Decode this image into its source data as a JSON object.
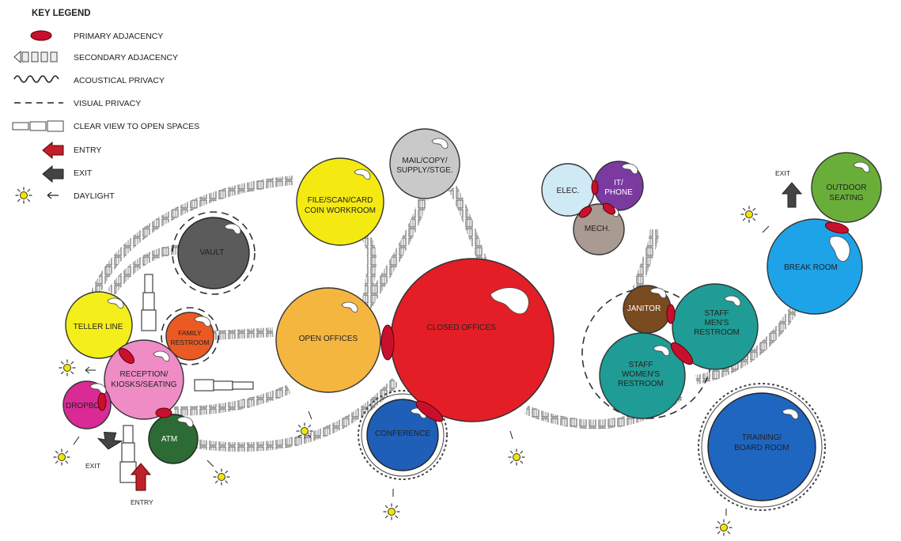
{
  "legend": {
    "title": "KEY LEGEND",
    "items": [
      {
        "label": "PRIMARY ADJACENCY"
      },
      {
        "label": "SECONDARY ADJACENCY"
      },
      {
        "label": "ACOUSTICAL PRIVACY"
      },
      {
        "label": "VISUAL PRIVACY"
      },
      {
        "label": "CLEAR VIEW TO OPEN SPACES"
      },
      {
        "label": "ENTRY"
      },
      {
        "label": "EXIT"
      },
      {
        "label": "DAYLIGHT"
      }
    ]
  },
  "colors": {
    "primary_adjacency": "#c8102e",
    "entry": "#c0202a",
    "exit": "#444444",
    "daylight": "#f2e600"
  },
  "spaces": {
    "mail": {
      "line1": "MAIL/COPY/",
      "line2": "SUPPLY/STGE.",
      "color": "#c9c9c9"
    },
    "file": {
      "line1": "FILE/SCAN/CARD",
      "line2": "COIN WORKROOM",
      "color": "#f4ea12"
    },
    "vault": {
      "line1": "VAULT",
      "color": "#5b5b5b"
    },
    "teller": {
      "line1": "TELLER LINE",
      "color": "#f4ee1a"
    },
    "family": {
      "line1": "FAMILY",
      "line2": "RESTROOM",
      "color": "#ec5a24"
    },
    "reception": {
      "line1": "RECEPTION/",
      "line2": "KIOSKS/SEATING",
      "color": "#ef8cc6"
    },
    "dropbox": {
      "line1": "DROPBOX",
      "color": "#d92a95"
    },
    "atm": {
      "line1": "ATM",
      "color": "#2d6b35"
    },
    "open": {
      "line1": "OPEN OFFICES",
      "color": "#f5b640"
    },
    "closed": {
      "line1": "CLOSED OFFICES",
      "color": "#e41e26"
    },
    "conference": {
      "line1": "CONFERENCE",
      "color": "#1f5fb8"
    },
    "elec": {
      "line1": "ELEC.",
      "color": "#cfe9f5"
    },
    "it": {
      "line1": "IT/",
      "line2": "PHONE",
      "color": "#7a3aa0"
    },
    "mech": {
      "line1": "MECH.",
      "color": "#a99a92"
    },
    "janitor": {
      "line1": "JANITOR",
      "color": "#7a4a20"
    },
    "men": {
      "line1": "STAFF",
      "line2": "MEN'S",
      "line3": "RESTROOM",
      "color": "#1f9c95"
    },
    "women": {
      "line1": "STAFF",
      "line2": "WOMEN'S",
      "line3": "RESTROOM",
      "color": "#1f9c95"
    },
    "training": {
      "line1": "TRAINING/",
      "line2": "BOARD ROOM",
      "color": "#1f66c0"
    },
    "break": {
      "line1": "BREAK ROOM",
      "color": "#1ea3e8"
    },
    "outdoor": {
      "line1": "OUTDOOR",
      "line2": "SEATING",
      "color": "#6aae3a"
    }
  },
  "markers": {
    "exit_left": "EXIT",
    "entry": "ENTRY",
    "exit_right": "EXIT"
  }
}
